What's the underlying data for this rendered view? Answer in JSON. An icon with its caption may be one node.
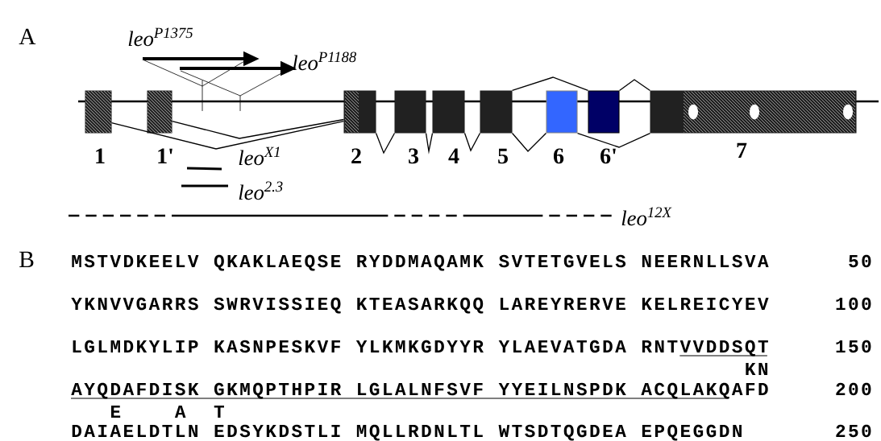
{
  "diagram": {
    "nodes": [
      {
        "text": [
          "1"
        ]
      },
      {
        "text": [
          "1'"
        ]
      },
      {
        "text": [
          "2"
        ]
      },
      {
        "text": [
          "3"
        ]
      },
      {
        "text": [
          "4"
        ]
      },
      {
        "text": [
          "5"
        ]
      },
      {
        "text": [
          "6"
        ]
      },
      {
        "text": [
          "6'"
        ]
      },
      {
        "text": [
          "7"
        ]
      }
    ],
    "edges": [
      {
        "from": 0,
        "to": 2,
        "arrow": "none"
      },
      {
        "from": 1,
        "to": 2,
        "arrow": "none"
      },
      {
        "from": 2,
        "to": 3,
        "arrow": "none"
      },
      {
        "from": 3,
        "to": 4,
        "arrow": "none"
      },
      {
        "from": 4,
        "to": 5,
        "arrow": "none"
      },
      {
        "from": 5,
        "to": 6,
        "arrow": "none"
      },
      {
        "from": 5,
        "to": 7,
        "arrow": "none"
      },
      {
        "from": 6,
        "to": 8,
        "arrow": "none"
      },
      {
        "from": 7,
        "to": 8,
        "arrow": "none"
      }
    ],
    "labels": [
      "A",
      "leo$^{P1375}$",
      "leo$^{P1188}$",
      "leo$^{X1}$",
      "leo$^{2.3}$",
      "leo$^{12X}$",
      "B",
      "MSTVDKEELV",
      "QKAKLAEQSE",
      "RYDDMAQAMK",
      "SVTETGVELS",
      "NEERNLLSVA",
      "50",
      "YKNVVGARRS",
      "SWRVISSIEQ",
      "KTEASARKQQ",
      "LAREYRERVE",
      "KELREICYEV",
      "100",
      "LGLMDKYLIP",
      "KASNPESKVF",
      "YLKMKGDYYR",
      "YLAEVATGDA",
      "RNT",
      "VVDDSQT",
      "150",
      "KN",
      "AYQDAFDISK",
      "GKMQPTHPIR",
      "LGLALNFSVF",
      "YYEILNSPDK",
      "ACQLAKQ",
      "AFD",
      "200",
      "E",
      "A",
      "T",
      "DAIAELDTLN",
      "EDSYKDSTLI",
      "MQLLRDNLTL",
      "WTSDTQGDEA",
      "EPQEGGDN",
      "250"
    ]
  }
}
